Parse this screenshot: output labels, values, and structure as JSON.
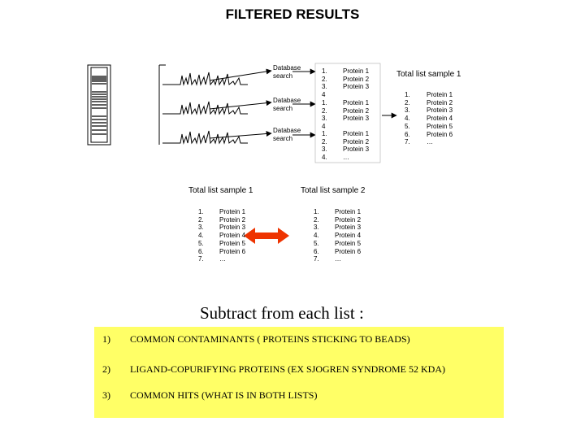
{
  "title": "FILTERED RESULTS",
  "database_search_label": "Database search",
  "top_lists": [
    {
      "numbers": [
        "1.",
        "2.",
        "3.",
        "4"
      ],
      "proteins": [
        "Protein 1",
        "Protein 2",
        "Protein 3"
      ]
    },
    {
      "numbers": [
        "1.",
        "2.",
        "3.",
        "4"
      ],
      "proteins": [
        "Protein 1",
        "Protein 2",
        "Protein 3"
      ]
    },
    {
      "numbers": [
        "1.",
        "2.",
        "3.",
        "4."
      ],
      "proteins": [
        "Protein 1",
        "Protein 2",
        "Protein 3",
        "…"
      ]
    }
  ],
  "total_list_top": {
    "label": "Total list sample 1",
    "numbers": [
      "1.",
      "2.",
      "3.",
      "4.",
      "5.",
      "6.",
      "7."
    ],
    "proteins": [
      "Protein 1",
      "Protein 2",
      "Protein 3",
      "Protein 4",
      "Protein 5",
      "Protein 6",
      "…"
    ]
  },
  "compare_left": {
    "label": "Total list sample 1",
    "numbers": [
      "1.",
      "2.",
      "3.",
      "4.",
      "5.",
      "6.",
      "7."
    ],
    "proteins": [
      "Protein 1",
      "Protein 2",
      "Protein 3",
      "Protein 4",
      "Protein 5",
      "Protein 6",
      "…"
    ]
  },
  "compare_right": {
    "label": "Total list sample 2",
    "numbers": [
      "1.",
      "2.",
      "3.",
      "4.",
      "5.",
      "6.",
      "7."
    ],
    "proteins": [
      "Protein 1",
      "Protein 2",
      "Protein 3",
      "Protein 4",
      "Protein 5",
      "Protein 6",
      "…"
    ]
  },
  "subtract_heading": "Subtract from each list :",
  "subtract_items": [
    {
      "num": "1)",
      "text": "COMMON CONTAMINANTS ( PROTEINS STICKING TO BEADS)"
    },
    {
      "num": "2)",
      "text": "LIGAND-COPURIFYING PROTEINS (EX SJOGREN SYNDROME 52 KDA)"
    },
    {
      "num": "3)",
      "text": "COMMON HITS (WHAT IS IN BOTH LISTS)"
    }
  ],
  "colors": {
    "arrow": "#ee3300",
    "highlight": "#ffff66"
  }
}
